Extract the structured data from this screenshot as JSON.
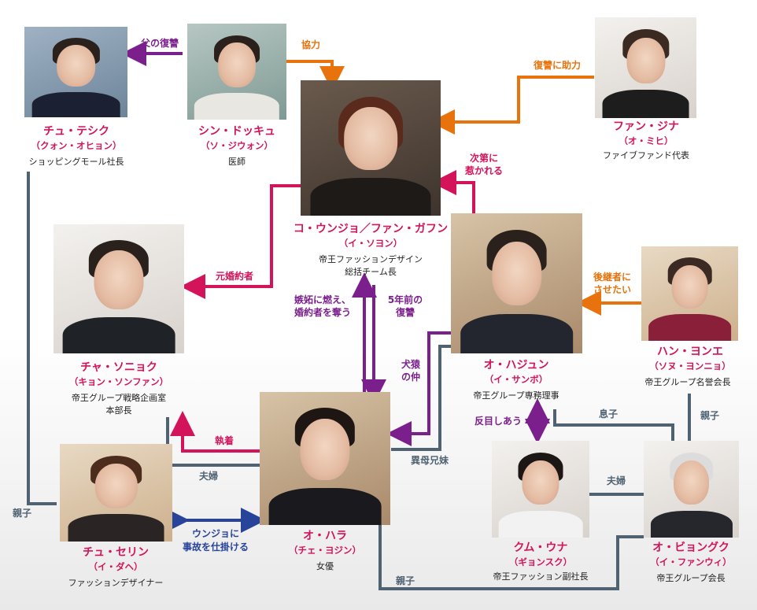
{
  "colors": {
    "purple": "#7b1f8c",
    "orange": "#e8730c",
    "pink": "#d4145a",
    "blue": "#27449a",
    "gray": "#4f6272"
  },
  "characters": {
    "chu_tesik": {
      "name": "チュ・テシク",
      "actor": "（クォン・オヒョン）",
      "role": "ショッピングモール社長"
    },
    "shin_dokkyu": {
      "name": "シン・ドッキュ",
      "actor": "（ソ・ジウォン）",
      "role": "医師"
    },
    "fan_jina": {
      "name": "ファン・ジナ",
      "actor": "（オ・ミヒ）",
      "role": "ファイブファンド代表"
    },
    "ko_unjo": {
      "name": "コ・ウンジョ／ファン・ガフン",
      "actor": "（イ・ソヨン）",
      "role1": "帝王ファッションデザイン",
      "role2": "総括チーム長"
    },
    "cha_sonyok": {
      "name": "チャ・ソニョク",
      "actor": "（キョン・ソンファン）",
      "role1": "帝王グループ戦略企画室",
      "role2": "本部長"
    },
    "o_hajun": {
      "name": "オ・ハジュン",
      "actor": "（イ・サンボ）",
      "role": "帝王グループ専務理事"
    },
    "han_yone": {
      "name": "ハン・ヨンエ",
      "actor": "（ソヌ・ヨンニョ）",
      "role": "帝王グループ名誉会長"
    },
    "chu_serin": {
      "name": "チュ・セリン",
      "actor": "（イ・ダヘ）",
      "role": "ファッションデザイナー"
    },
    "o_hara": {
      "name": "オ・ハラ",
      "actor": "（チェ・ヨジン）",
      "role": "女優"
    },
    "kum_una": {
      "name": "クム・ウナ",
      "actor": "（ギョンスク）",
      "role": "帝王ファッション副社長"
    },
    "o_byonguk": {
      "name": "オ・ビョングク",
      "actor": "（イ・ファンウィ）",
      "role": "帝王グループ会長"
    }
  },
  "relations": {
    "revenge_father": "父の復讐",
    "cooperation": "協力",
    "help_revenge": "復讐に助力",
    "attracted_1": "次第に",
    "attracted_2": "惹かれる",
    "ex_fiance": "元婚約者",
    "jealous_1": "嫉妬に燃え、",
    "jealous_2": "婚約者を奪う",
    "revenge5_1": "5年前の",
    "revenge5_2": "復讐",
    "successor_1": "後継者に",
    "successor_2": "させたい",
    "enemies_1": "犬猿",
    "enemies_2": "の仲",
    "obsession": "執着",
    "couple_1": "夫婦",
    "half_siblings": "異母兄妹",
    "rivals": "反目しあう",
    "son": "息子",
    "parent_child_1": "親子",
    "couple_2": "夫婦",
    "parent_child_2": "親子",
    "accident_1": "ウンジョに",
    "accident_2": "事故を仕掛ける",
    "parent_child_3": "親子"
  }
}
